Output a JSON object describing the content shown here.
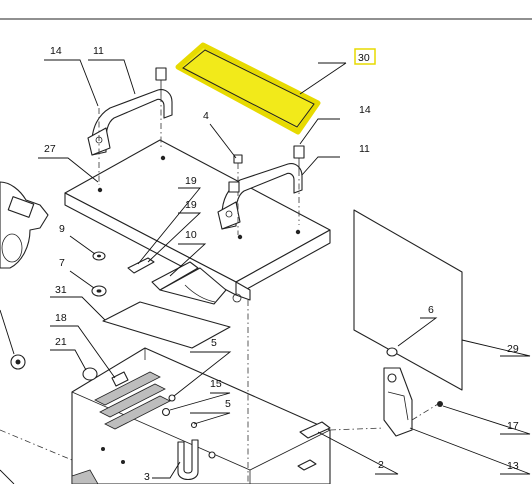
{
  "callouts": {
    "c30": "30",
    "c11a": "11",
    "c14a": "14",
    "c4": "4",
    "c14b": "14",
    "c27": "27",
    "c11b": "11",
    "c19a": "19",
    "c19b": "19",
    "c10": "10",
    "c9": "9",
    "c7": "7",
    "c31": "31",
    "c18": "18",
    "c21": "21",
    "c5a": "5",
    "c15": "15",
    "c5b": "5",
    "c3": "3",
    "c6": "6",
    "c29": "29",
    "c17": "17",
    "c13": "13",
    "c2": "2"
  },
  "colors": {
    "highlight": "#f2ea1a",
    "line": "#111111"
  }
}
